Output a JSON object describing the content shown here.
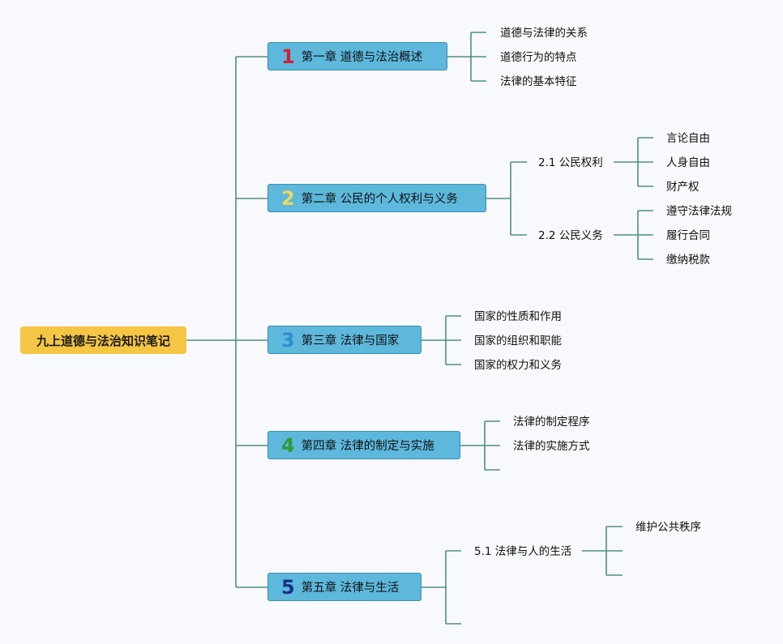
{
  "root": {
    "label": "九上道德与法治知识笔记"
  },
  "colors": {
    "line": "#4f8f7f",
    "root_bg": "#f5c544",
    "chapter_bg": "#5db8dc",
    "num1": "#d0203a",
    "num2": "#f1d75a",
    "num3": "#2f8fd0",
    "num4": "#2e9a3a",
    "num5": "#1a2f8a"
  },
  "chapters": [
    {
      "num": "1",
      "label": "第一章 道德与法治概述",
      "items": [
        "道德与法律的关系",
        "道德行为的特点",
        "法律的基本特征"
      ]
    },
    {
      "num": "2",
      "label": "第二章 公民的个人权利与义务",
      "subs": [
        {
          "label": "2.1 公民权利",
          "items": [
            "言论自由",
            "人身自由",
            "财产权"
          ]
        },
        {
          "label": "2.2 公民义务",
          "items": [
            "遵守法律法规",
            "履行合同",
            "缴纳税款"
          ]
        }
      ]
    },
    {
      "num": "3",
      "label": "第三章 法律与国家",
      "items": [
        "国家的性质和作用",
        "国家的组织和职能",
        "国家的权力和义务"
      ]
    },
    {
      "num": "4",
      "label": "第四章 法律的制定与实施",
      "items": [
        "法律的制定程序",
        "法律的实施方式"
      ]
    },
    {
      "num": "5",
      "label": "第五章 法律与生活",
      "subs": [
        {
          "label": "5.1 法律与人的生活",
          "items": [
            "维护公共秩序"
          ]
        }
      ]
    }
  ]
}
